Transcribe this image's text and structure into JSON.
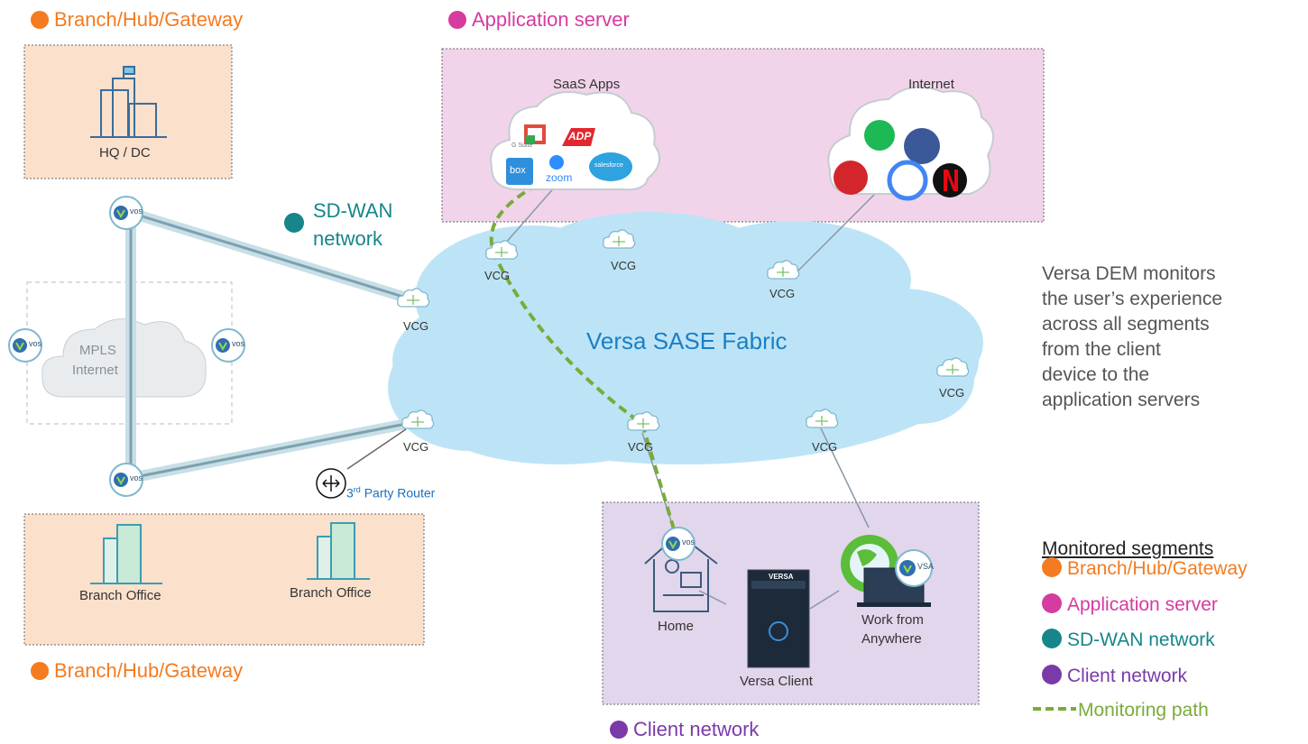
{
  "colors": {
    "branch": "#f47b20",
    "app": "#d63ba0",
    "sdwan": "#16868a",
    "client": "#7a3aa8",
    "monitoring": "#7aab3a",
    "fabric": "#bde4f6",
    "fabric_text": "#1b7fc4"
  },
  "segments": {
    "branch_top": "Branch/Hub/Gateway",
    "app_server": "Application server",
    "sdwan": "SD-WAN",
    "sdwan_line2": "network",
    "branch_bottom": "Branch/Hub/Gateway",
    "client_network": "Client network"
  },
  "hq_label": "HQ / DC",
  "saas_label": "SaaS Apps",
  "internet_label": "Internet",
  "saas_logos": {
    "gsuite": "G Suite",
    "adp": "ADP",
    "box": "box",
    "zoom": "zoom",
    "salesforce": "salesforce"
  },
  "fabric_label": "Versa SASE Fabric",
  "vcg": "VCG",
  "vos": "vos",
  "vsa": "VSA",
  "mpls_line1": "MPLS",
  "mpls_line2": "Internet",
  "router_label": "Party Router",
  "router_num": "3",
  "router_sup": "rd",
  "branch_office_1": "Branch Office",
  "branch_office_2": "Branch Office",
  "home_label": "Home",
  "wfa_line1": "Work from",
  "wfa_line2": "Anywhere",
  "versa_client_label": "Versa Client",
  "versa_brand": "VERSA",
  "description": [
    "Versa DEM monitors",
    "the user’s experience",
    "across all segments",
    "from the client",
    "device to the",
    "application servers"
  ],
  "legend": {
    "title": "Monitored segments",
    "items": [
      "Branch/Hub/Gateway",
      "Application server",
      "SD-WAN network",
      "Client network"
    ],
    "monitoring_path": "Monitoring path"
  }
}
